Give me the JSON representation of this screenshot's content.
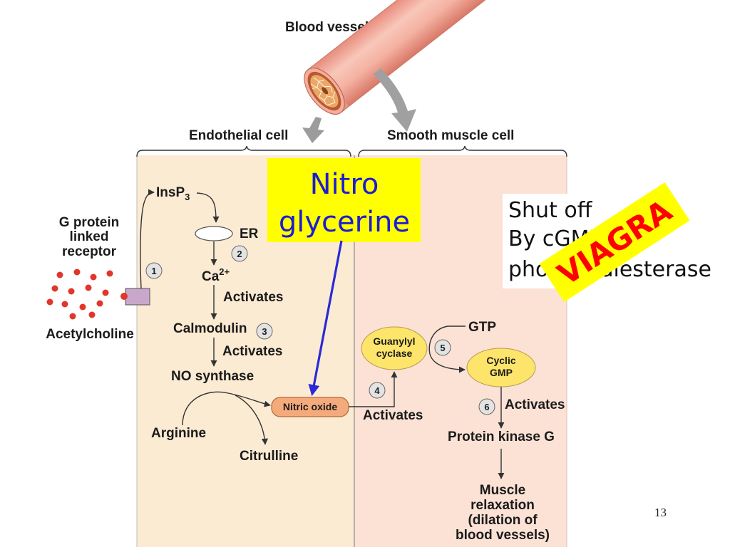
{
  "page_number": "13",
  "blood_vessel": {
    "label": "Blood vessel"
  },
  "cells": {
    "endothelial": "Endothelial cell",
    "smooth_muscle": "Smooth muscle cell"
  },
  "nitroglycerine_callout": {
    "line1": "Nitro",
    "line2": "glycerine"
  },
  "shutoff_callout": {
    "line1": "Shut off",
    "line2": "By cGMP",
    "line3": "phosphodiesterase"
  },
  "viagra_callout": {
    "label": "VIAGRA"
  },
  "receptor": {
    "label_lines": [
      "G protein",
      "linked",
      "receptor"
    ],
    "ligand": "Acetylcholine"
  },
  "steps": [
    "1",
    "2",
    "3",
    "4",
    "5",
    "6"
  ],
  "endothelial_pathway": {
    "insp3": {
      "base": "InsP",
      "sub": "3"
    },
    "er": "ER",
    "calcium": {
      "base": "Ca",
      "sup": "2+"
    },
    "activates_1": "Activates",
    "calmodulin": "Calmodulin",
    "activates_2": "Activates",
    "no_synthase": "NO synthase",
    "nitric_oxide": "Nitric oxide",
    "arginine": "Arginine",
    "citrulline": "Citrulline"
  },
  "smooth_muscle_pathway": {
    "activates_nitric_oxide": "Activates",
    "guanylyl_cyclase": [
      "Guanylyl",
      "cyclase"
    ],
    "gtp": "GTP",
    "cyclic_gmp": [
      "Cyclic",
      "GMP"
    ],
    "activates_pkg": "Activates",
    "protein_kinase_g": "Protein kinase G",
    "outcome": [
      "Muscle",
      "relaxation",
      "(dilation of",
      "blood vessels)"
    ]
  },
  "colors": {
    "endothelial_bg": "#fcebd3",
    "smooth_muscle_bg": "#fbe2d5",
    "nitroglycerine_bg": "#ffff00",
    "nitroglycerine_text": "#1c1cd4",
    "viagra_bg": "#ffff00",
    "viagra_text": "#ff0000",
    "nitric_oxide_fill": "#f5aa7c",
    "enzyme_fill": "#fde46a",
    "acetylcholine": "#e2352b",
    "receptor": "#c9a7cb",
    "arrow_blue": "#2a2ad6"
  }
}
